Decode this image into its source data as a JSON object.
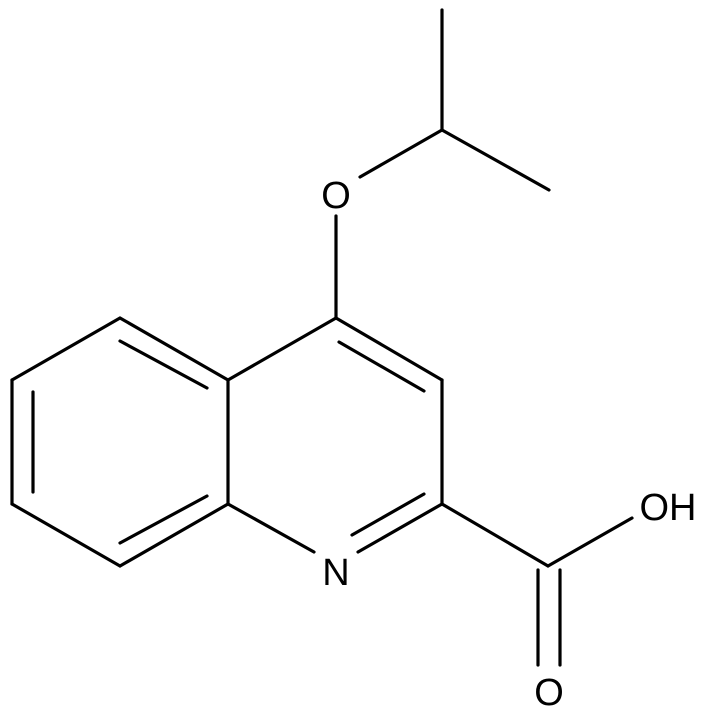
{
  "molecule": {
    "atoms": {
      "ether_oxygen": "O",
      "ring_nitrogen": "N",
      "hydroxyl": "OH",
      "carbonyl_oxygen": "O"
    }
  }
}
